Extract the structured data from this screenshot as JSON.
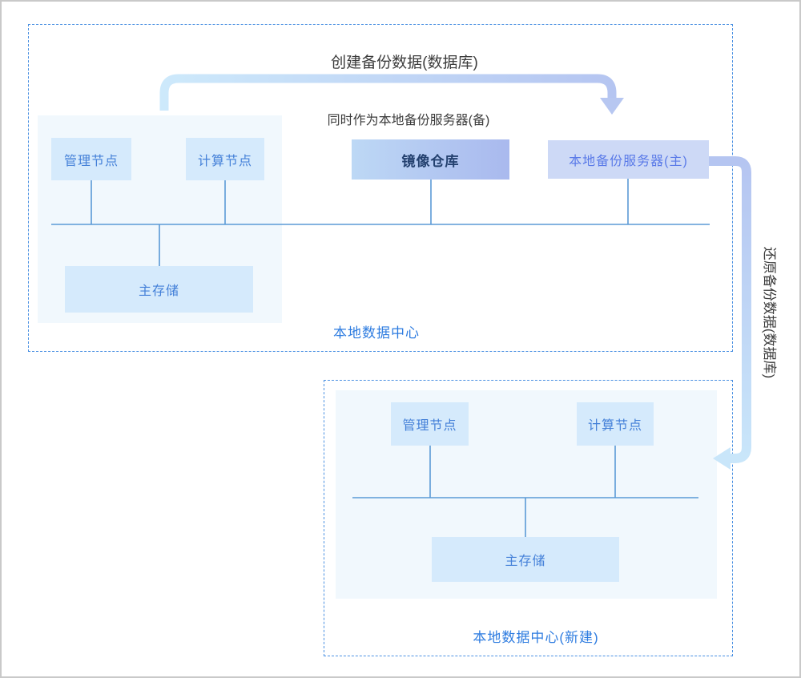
{
  "labels": {
    "create_backup": "创建备份数据(数据库)",
    "standby_note": "同时作为本地备份服务器(备)",
    "restore_backup": "还原备份数据(数据库)",
    "dc1_title": "本地数据中心",
    "dc2_title": "本地数据中心(新建)"
  },
  "dc1": {
    "mgmt_node": "管理节点",
    "compute_node": "计算节点",
    "image_registry": "镜像仓库",
    "backup_server_primary": "本地备份服务器(主)",
    "primary_storage": "主存储"
  },
  "dc2": {
    "mgmt_node": "管理节点",
    "compute_node": "计算节点",
    "primary_storage": "主存储"
  },
  "colors": {
    "node_bg": "#d5eafc",
    "node_text": "#4480d8",
    "registry_gradient_start": "#bdd8f5",
    "registry_gradient_end": "#a9b9ee",
    "registry_text": "#24416f",
    "backup_server_bg": "#cdd9f6",
    "backup_server_text": "#5a7ae8",
    "bus_line": "#5b9ad6",
    "dashed_border": "#4a90e2",
    "arrow_sky": "#cde9fb",
    "arrow_periwinkle": "#b5c5f1",
    "panel_bg": "#f1f8fd",
    "dc_label_text": "#2e7ce0",
    "caption_text": "#3c3c3c"
  }
}
